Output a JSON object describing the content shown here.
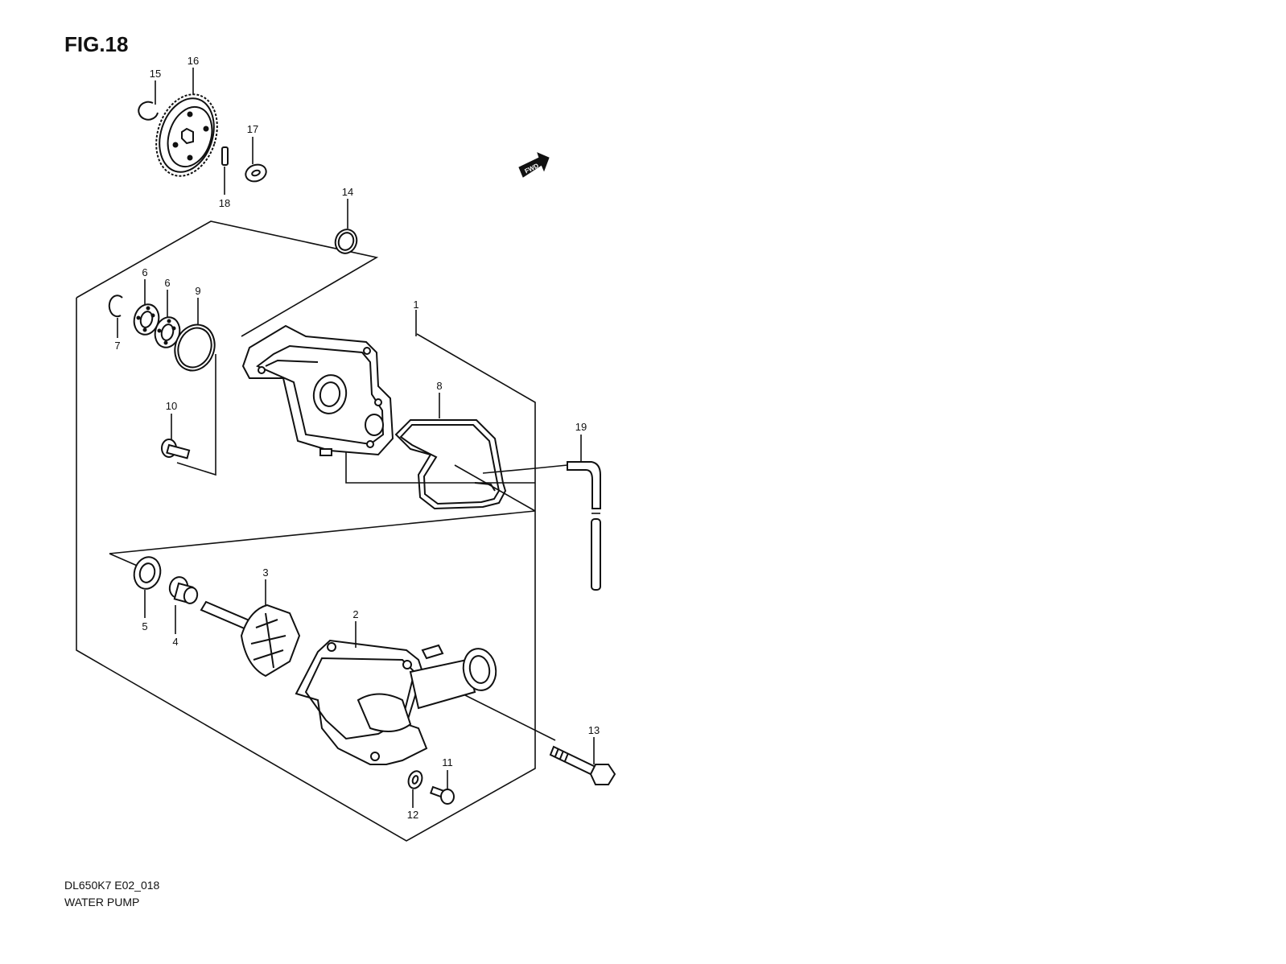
{
  "figure": {
    "title": "FIG.18"
  },
  "fwd_marker": {
    "label": "FWD"
  },
  "callouts": {
    "c1": "1",
    "c2": "2",
    "c3": "3",
    "c4": "4",
    "c5": "5",
    "c6a": "6",
    "c6b": "6",
    "c7": "7",
    "c8": "8",
    "c9": "9",
    "c10": "10",
    "c11": "11",
    "c12": "12",
    "c13": "13",
    "c14": "14",
    "c15": "15",
    "c16": "16",
    "c17": "17",
    "c18": "18",
    "c19": "19"
  },
  "footer": {
    "code": "DL650K7 E02_018",
    "name": "WATER PUMP"
  }
}
